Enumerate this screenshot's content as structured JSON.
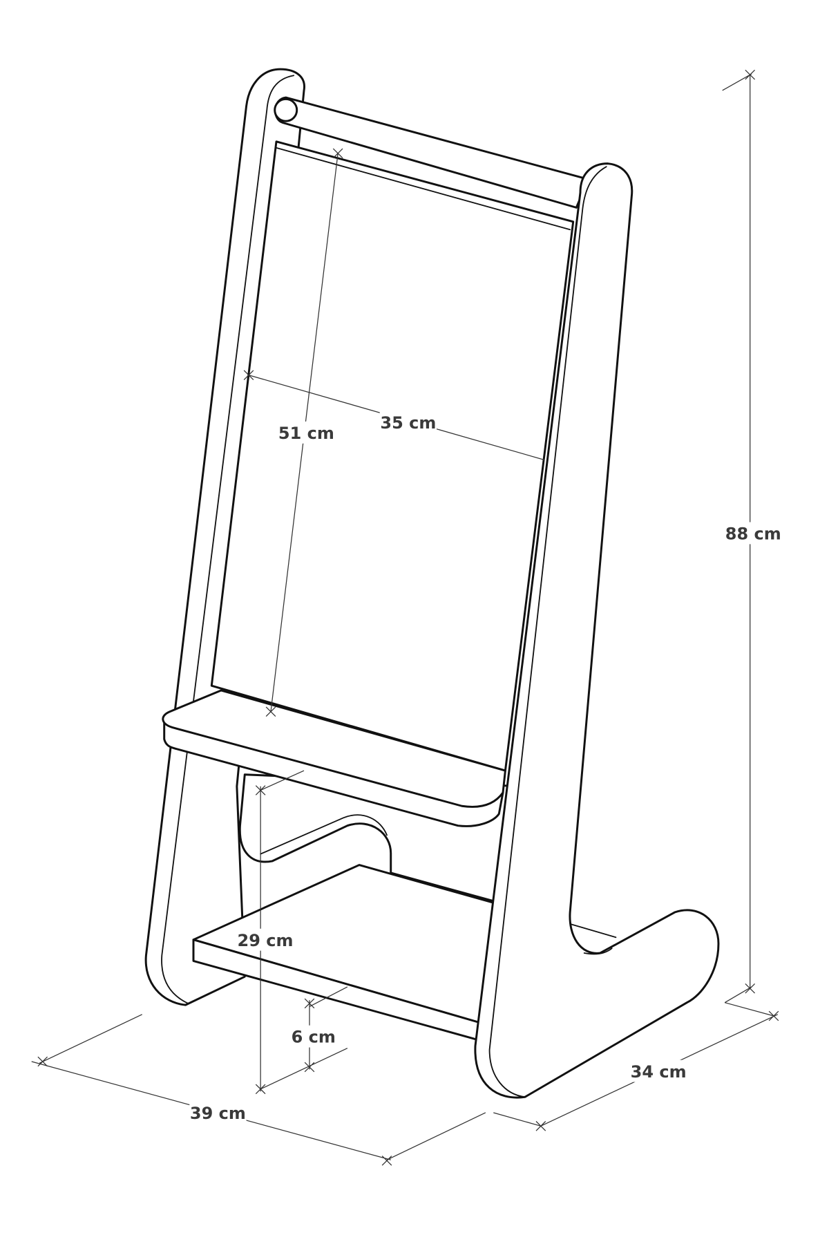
{
  "title": "Children's learning tower / easel with dimensions",
  "dimensions": {
    "height_total": "88 cm",
    "board_height": "51 cm",
    "board_width": "35 cm",
    "step_height": "29 cm",
    "bottom_step_height": "6 cm",
    "width": "39 cm",
    "depth": "34 cm"
  },
  "colors": {
    "line": "#111111",
    "label": "#3a3a3a",
    "background": "#ffffff"
  }
}
